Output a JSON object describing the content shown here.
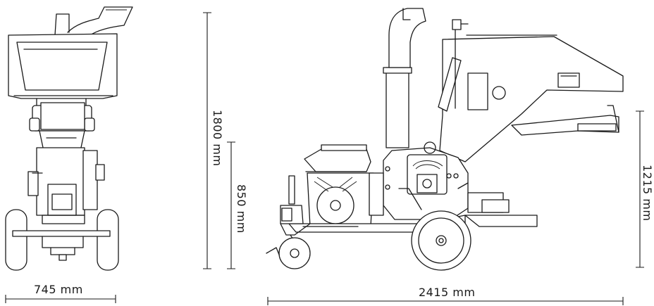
{
  "dimensions": {
    "front_width": "745 mm",
    "total_height": "1800 mm",
    "hopper_height": "850 mm",
    "side_length": "2415 mm",
    "chute_height": "1215 mm"
  }
}
